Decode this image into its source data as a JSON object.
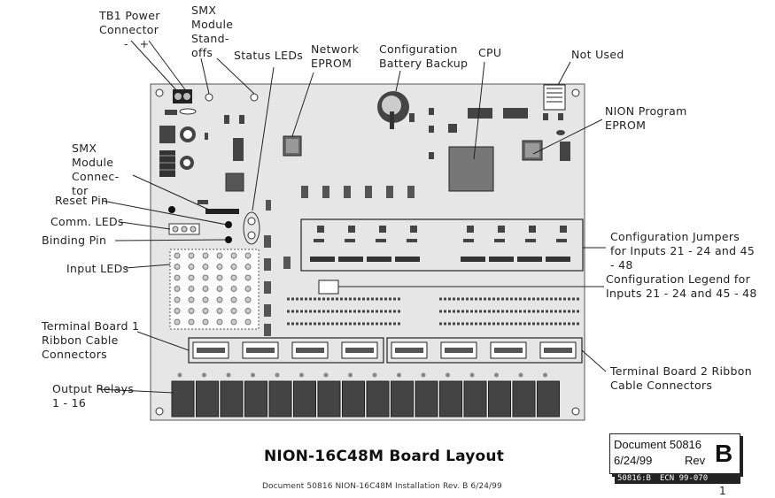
{
  "labels": {
    "tb1_power": "TB1 Power",
    "connector": "Connector",
    "polarity": "-   +",
    "smx_standoffs_1": "SMX",
    "smx_standoffs_2": "Module",
    "smx_standoffs_3": "Stand-",
    "smx_standoffs_4": "offs",
    "status_leds": "Status LEDs",
    "network_1": "Network",
    "network_2": "EPROM",
    "config_batt_1": "Configuration",
    "config_batt_2": "Battery Backup",
    "cpu": "CPU",
    "not_used": "Not Used",
    "nion_prog_1": "NION Program",
    "nion_prog_2": "EPROM",
    "smx_conn_1": "SMX",
    "smx_conn_2": "Module",
    "smx_conn_3": "Connec-",
    "smx_conn_4": "tor",
    "reset_pin": "Reset Pin",
    "comm_leds": "Comm. LEDs",
    "binding_pin": "Binding Pin",
    "input_leds": "Input LEDs",
    "cfg_jumpers_1": "Configuration Jumpers",
    "cfg_jumpers_2": "for Inputs 21 - 24 and 45",
    "cfg_jumpers_3": "- 48",
    "cfg_legend_1": "Configuration Legend for",
    "cfg_legend_2": "Inputs 21 - 24 and 45 - 48",
    "tb1_ribbon_1": "Terminal Board 1",
    "tb1_ribbon_2": "Ribbon Cable",
    "tb1_ribbon_3": "Connectors",
    "tb2_ribbon_1": "Terminal Board 2 Ribbon",
    "tb2_ribbon_2": "Cable Connectors",
    "output_relays_1": "Output Relays",
    "output_relays_2": "1 - 16"
  },
  "title": "NION-16C48M Board Layout",
  "footer": "Document 50816  NION-16C48M  Installation Rev. B  6/24/99",
  "page_number": "1",
  "doc_box": {
    "line1": "Document 50816",
    "line2": "6/24/99",
    "rev_label": "Rev",
    "rev_letter": "B",
    "strip_left": "50816:B",
    "strip_right": "ECN 99-070"
  }
}
